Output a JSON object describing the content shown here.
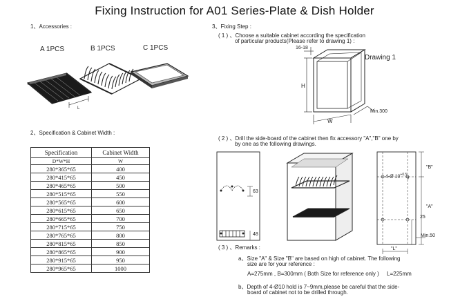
{
  "title": "Fixing Instruction for A01 Series-Plate & Dish Holder",
  "accessories": {
    "heading": "1、Accessories :",
    "items": [
      {
        "label": "A 1PCS"
      },
      {
        "label": "B 1PCS"
      },
      {
        "label": "C 1PCS"
      }
    ],
    "dim_label": "L"
  },
  "spec_section": {
    "heading": "2、Specification & Cabinet Width :",
    "columns": [
      "Specification",
      "Cabinet Width"
    ],
    "subheader": [
      "D*W*H",
      "W"
    ],
    "rows": [
      [
        "280*365*65",
        "400"
      ],
      [
        "280*415*65",
        "450"
      ],
      [
        "280*465*65",
        "500"
      ],
      [
        "280*515*65",
        "550"
      ],
      [
        "280*565*65",
        "600"
      ],
      [
        "280*615*65",
        "650"
      ],
      [
        "280*665*65",
        "700"
      ],
      [
        "280*715*65",
        "750"
      ],
      [
        "280*765*65",
        "800"
      ],
      [
        "280*815*65",
        "850"
      ],
      [
        "280*865*65",
        "900"
      ],
      [
        "280*915*65",
        "950"
      ],
      [
        "280*965*65",
        "1000"
      ]
    ]
  },
  "fixing": {
    "heading": "3、Fixing Step :",
    "step1_line1": "( 1 ) 、Choose a suitable cabinet according the specification",
    "step1_line2": "of particular products(Please refer to drawing 1) :",
    "drawing1": {
      "title": "Drawing 1",
      "dim_top": "16-18",
      "dim_h": "H",
      "dim_w": "W",
      "dim_min": "Min.300"
    },
    "step2_line1": "( 2 ) 、Drill the side-board of the cabinet then fix accessory \"A\",\"B\" one by",
    "step2_line2": "by one as the following drawings.",
    "drawing2": {
      "dim_63": "63",
      "dim_48": "48",
      "dim_b": "\"B\"",
      "dim_a": "\"A\"",
      "dim_hole": "4-Ø 10",
      "dim_tol": "+0.5",
      "dim_tol2": "0",
      "dim_25": "25",
      "dim_min50": "Min.50",
      "dim_l": "\"L\""
    },
    "step3": "( 3 ) 、Remarks :",
    "remark_a_prefix": "a、",
    "remark_a_line1": "Size \"A\" & Size \"B\" are based on high of cabinet. The following",
    "remark_a_line2": "size are for your reference :",
    "remark_a_values": "A=275mm , B=300mm ( Both Size for reference only )",
    "remark_a_l": "L=225mm",
    "remark_b_prefix": "b、",
    "remark_b_line1": "Depth of 4-Ø10 hold is 7~9mm,please be careful that the side-",
    "remark_b_line2": "board of cabinet not to be drilled through."
  },
  "colors": {
    "ink": "#222222",
    "rack_fill": "#1a1a1a",
    "cabinet_fill": "#ededed"
  }
}
